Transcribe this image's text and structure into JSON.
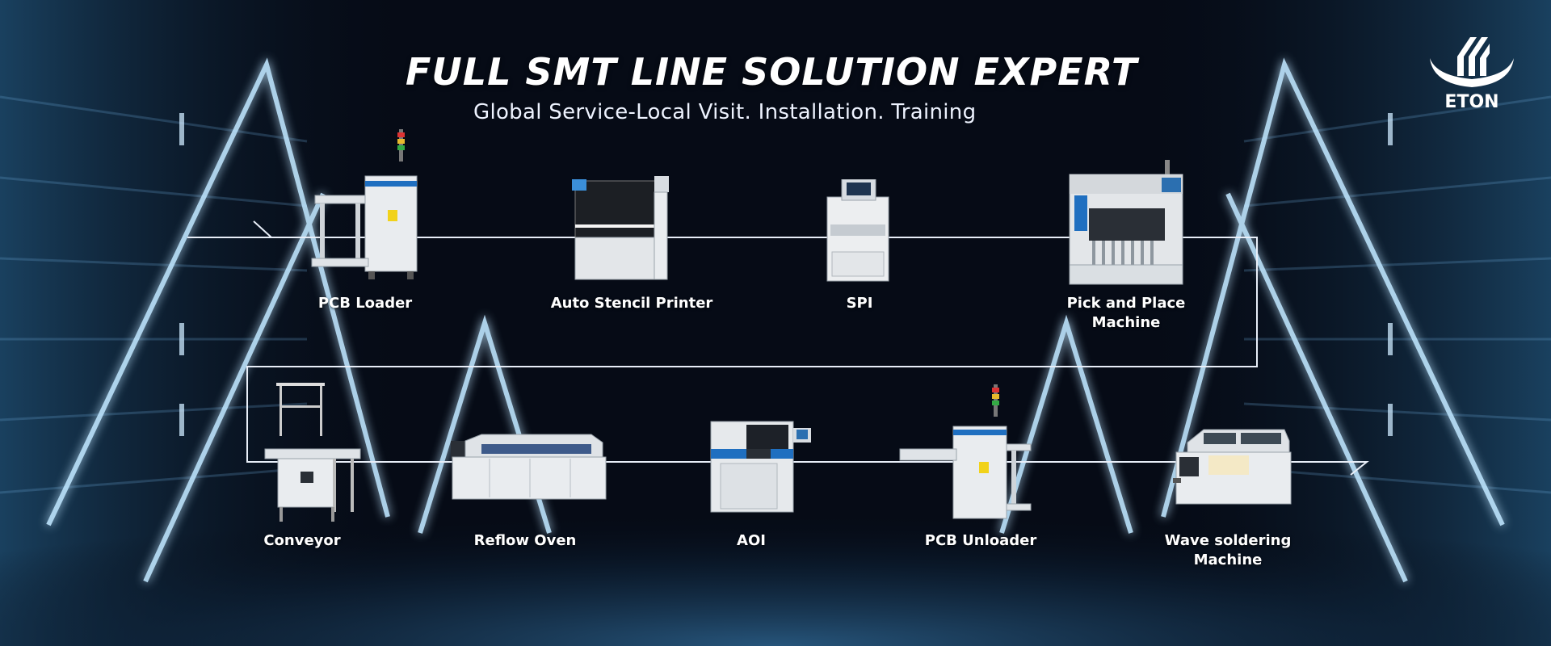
{
  "banner": {
    "title": "FULL SMT LINE SOLUTION EXPERT",
    "subtitle": "Global Service-Local Visit. Installation. Training"
  },
  "logo": {
    "text": "ETON",
    "icon": "eton-logo-icon"
  },
  "colors": {
    "background": "#060b16",
    "neon": "#9fd8ff",
    "line": "#e8eef8",
    "machine_body": "#e9ecef",
    "accent_blue": "#1f6fc0"
  },
  "flow": {
    "top_row": [
      {
        "label": "PCB Loader",
        "icon": "pcb-loader-icon"
      },
      {
        "label": "Auto Stencil Printer",
        "icon": "stencil-printer-icon"
      },
      {
        "label": "SPI",
        "icon": "spi-icon"
      },
      {
        "label": "Pick and Place Machine",
        "icon": "pick-and-place-icon"
      }
    ],
    "bottom_row": [
      {
        "label": "Conveyor",
        "icon": "conveyor-icon"
      },
      {
        "label": "Reflow Oven",
        "icon": "reflow-oven-icon"
      },
      {
        "label": "AOI",
        "icon": "aoi-icon"
      },
      {
        "label": "PCB Unloader",
        "icon": "pcb-unloader-icon"
      },
      {
        "label": "Wave soldering Machine",
        "icon": "wave-soldering-icon"
      }
    ]
  }
}
